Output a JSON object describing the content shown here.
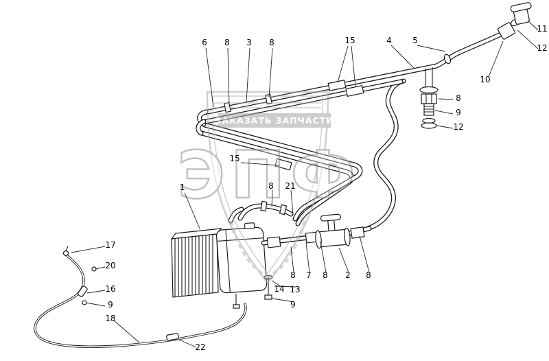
{
  "watermark": {
    "logo_text": "ЭПФ",
    "banner_text": "ЗАКАЗАТЬ ЗАПЧАСТИ"
  },
  "colors": {
    "line": "#1b1b1b",
    "watermark": "#9e9e9e",
    "background": "#ffffff"
  },
  "callouts": [
    {
      "label": "6"
    },
    {
      "label": "8"
    },
    {
      "label": "3"
    },
    {
      "label": "8"
    },
    {
      "label": "15"
    },
    {
      "label": "4"
    },
    {
      "label": "5"
    },
    {
      "label": "11"
    },
    {
      "label": "12"
    },
    {
      "label": "10"
    },
    {
      "label": "8"
    },
    {
      "label": "9"
    },
    {
      "label": "12"
    },
    {
      "label": "15"
    },
    {
      "label": "1"
    },
    {
      "label": "8"
    },
    {
      "label": "21"
    },
    {
      "label": "17"
    },
    {
      "label": "20"
    },
    {
      "label": "16"
    },
    {
      "label": "9"
    },
    {
      "label": "18"
    },
    {
      "label": "8"
    },
    {
      "label": "7"
    },
    {
      "label": "8"
    },
    {
      "label": "2"
    },
    {
      "label": "8"
    },
    {
      "label": "14"
    },
    {
      "label": "13"
    },
    {
      "label": "9"
    },
    {
      "label": "22"
    }
  ]
}
